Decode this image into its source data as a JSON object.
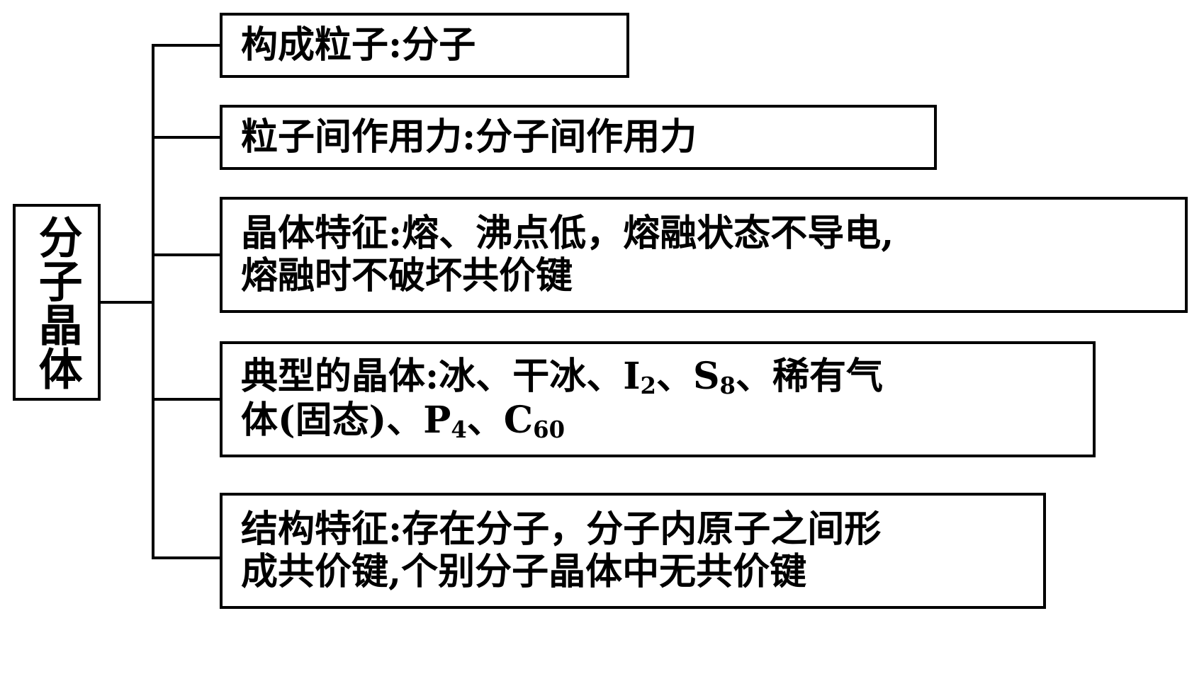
{
  "diagram": {
    "type": "tree",
    "title_note": "molecular crystal concept map",
    "root": {
      "label": "分子晶体"
    },
    "branches": [
      {
        "id": "composition",
        "lines": [
          {
            "text": "构成粒子:分子"
          }
        ]
      },
      {
        "id": "interparticle-force",
        "lines": [
          {
            "text": "粒子间作用力:分子间作用力"
          }
        ]
      },
      {
        "id": "crystal-properties",
        "lines": [
          {
            "text": "晶体特征:熔、沸点低，熔融状态不导电,"
          },
          {
            "text": "熔融时不破坏共价键"
          }
        ]
      },
      {
        "id": "typical-crystals",
        "lines": [
          {
            "text": "典型的晶体:冰、干冰、I2、S8、稀有气"
          },
          {
            "text": "体(固态)、P4、C60"
          }
        ],
        "formulas": [
          "I2",
          "S8",
          "P4",
          "C60"
        ]
      },
      {
        "id": "structural-features",
        "lines": [
          {
            "text": "结构特征:存在分子，分子内原子之间形"
          },
          {
            "text": "成共价键,个别分子晶体中无共价键"
          }
        ]
      }
    ],
    "colors": {
      "stroke": "#000000",
      "background": "#ffffff",
      "text": "#000000"
    }
  }
}
